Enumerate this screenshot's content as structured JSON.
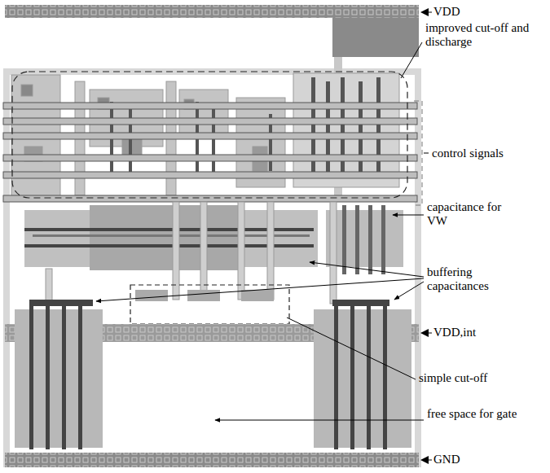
{
  "diagram": {
    "labels": [
      "VDD",
      "improved cut-off and discharge",
      "control signals",
      "capacitance for VW",
      "buffering capacitances",
      "VDD,int",
      "simple cut-off",
      "free space for gate",
      "GND"
    ]
  }
}
